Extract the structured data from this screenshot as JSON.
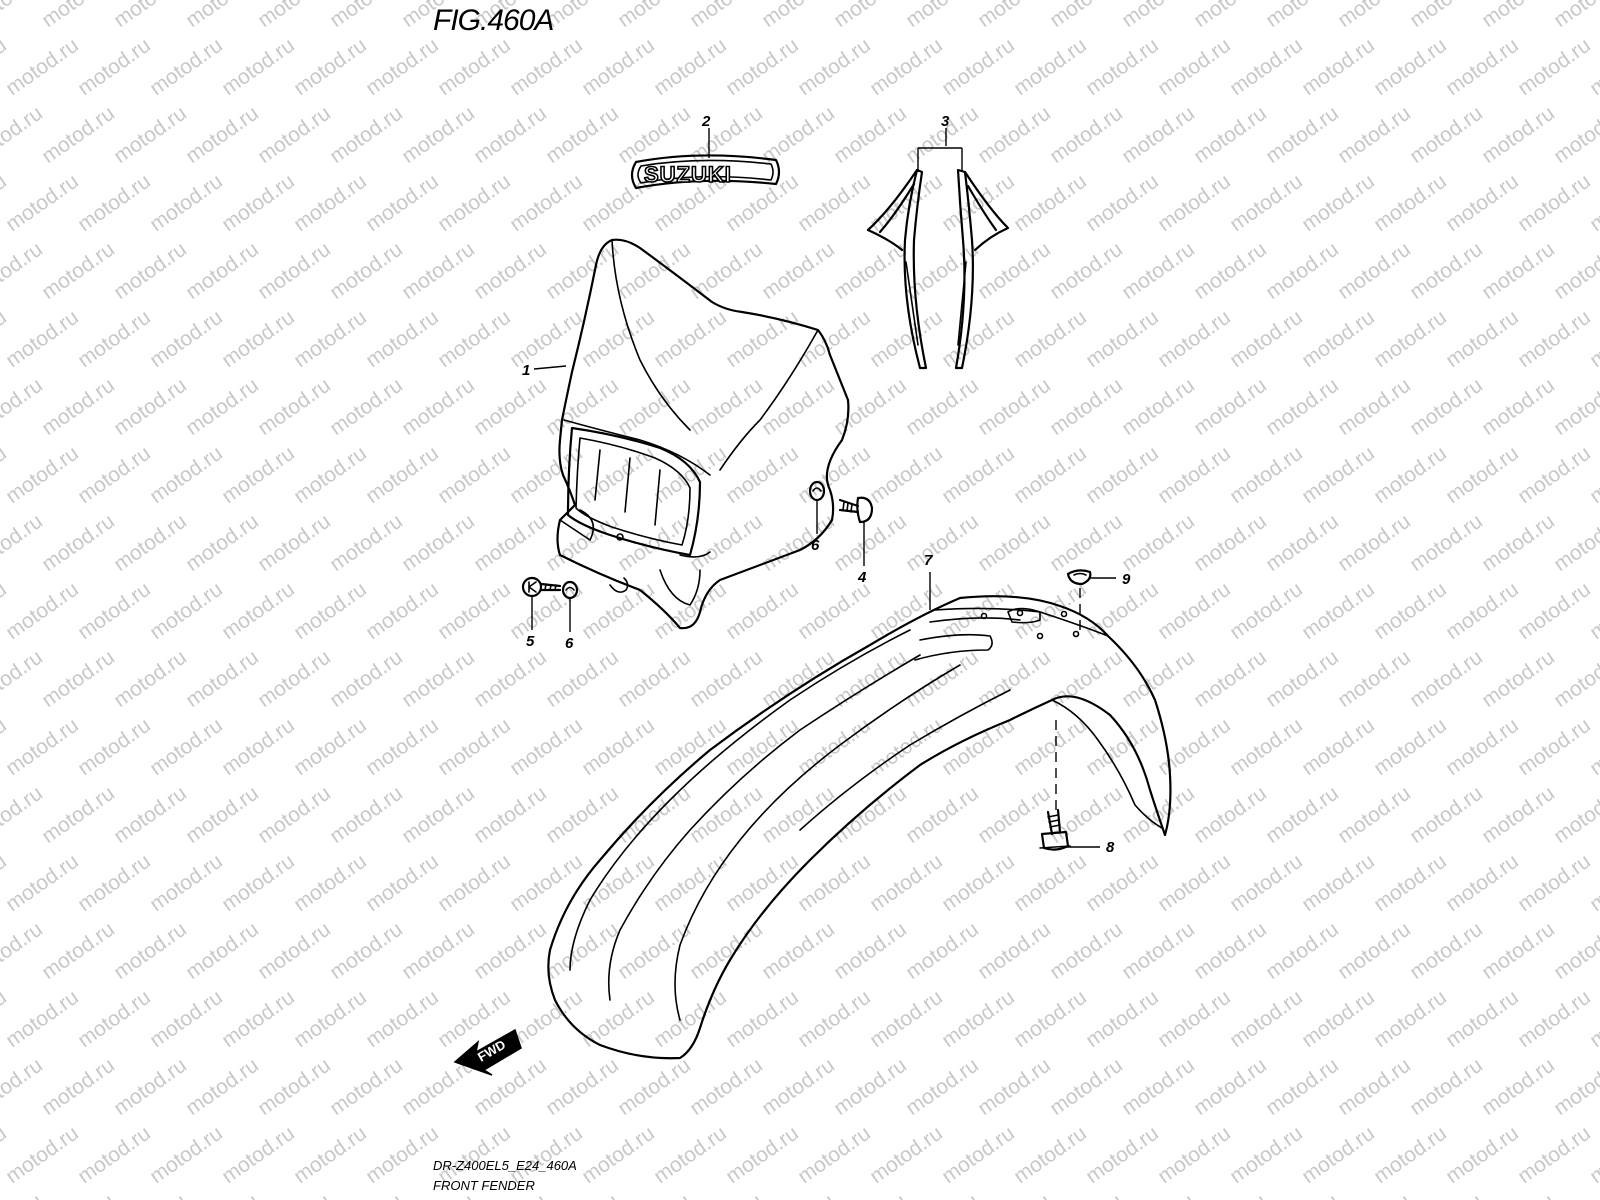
{
  "figure": {
    "title": "FIG.460A",
    "footer_code": "DR-Z400EL5_E24_460A",
    "footer_name": "FRONT FENDER"
  },
  "watermark": {
    "text": "motod.ru"
  },
  "logo": {
    "text": "SUZUKI"
  },
  "direction_arrow": {
    "text": "FWD"
  },
  "callouts": {
    "headlight_cover": "1",
    "emblem": "2",
    "fork_guards": "3",
    "screw_4": "4",
    "screw_5": "5",
    "washer_6_upper": "6",
    "washer_6_lower": "6",
    "front_fender": "7",
    "bolt_8": "8",
    "nut_9": "9"
  }
}
